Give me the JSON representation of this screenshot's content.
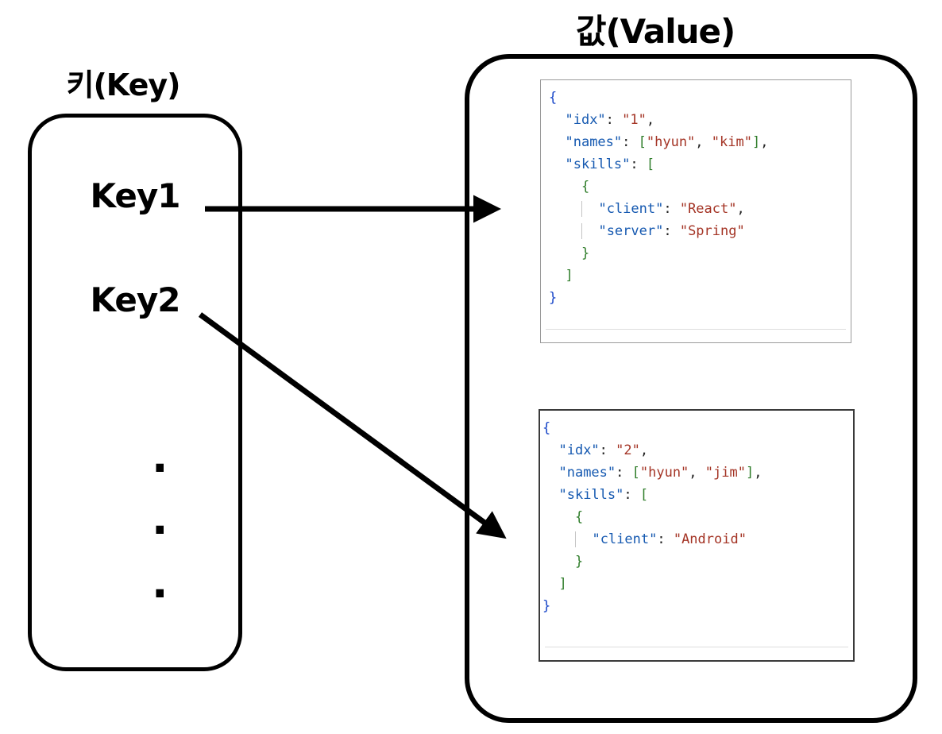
{
  "key_panel": {
    "title": "키(Key)",
    "keys": [
      "Key1",
      "Key2"
    ],
    "dots": [
      ".",
      ".",
      "."
    ]
  },
  "value_panel": {
    "title": "값(Value)"
  },
  "colors": {
    "ink": "#000000"
  },
  "code_colors": {
    "key": "#1458b0",
    "str": "#a43425",
    "green": "#2f7d2a",
    "blue": "#1846c8",
    "plain": "#222222"
  },
  "code_blocks": [
    {
      "name": "value-1-json",
      "lines": [
        [
          {
            "t": "blue",
            "v": "{"
          }
        ],
        [
          {
            "t": "plain",
            "v": "  "
          },
          {
            "t": "key",
            "v": "\"idx\""
          },
          {
            "t": "plain",
            "v": ": "
          },
          {
            "t": "str",
            "v": "\"1\""
          },
          {
            "t": "plain",
            "v": ","
          }
        ],
        [
          {
            "t": "plain",
            "v": "  "
          },
          {
            "t": "key",
            "v": "\"names\""
          },
          {
            "t": "plain",
            "v": ": "
          },
          {
            "t": "green",
            "v": "["
          },
          {
            "t": "str",
            "v": "\"hyun\""
          },
          {
            "t": "plain",
            "v": ", "
          },
          {
            "t": "str",
            "v": "\"kim\""
          },
          {
            "t": "green",
            "v": "]"
          },
          {
            "t": "plain",
            "v": ","
          }
        ],
        [
          {
            "t": "plain",
            "v": "  "
          },
          {
            "t": "key",
            "v": "\"skills\""
          },
          {
            "t": "plain",
            "v": ": "
          },
          {
            "t": "green",
            "v": "["
          }
        ],
        [
          {
            "t": "plain",
            "v": "    "
          },
          {
            "t": "green",
            "v": "{"
          }
        ],
        [
          {
            "t": "plain",
            "v": "    "
          },
          {
            "t": "guide",
            "v": " "
          },
          {
            "t": "plain",
            "v": " "
          },
          {
            "t": "key",
            "v": "\"client\""
          },
          {
            "t": "plain",
            "v": ": "
          },
          {
            "t": "str",
            "v": "\"React\""
          },
          {
            "t": "plain",
            "v": ","
          }
        ],
        [
          {
            "t": "plain",
            "v": "    "
          },
          {
            "t": "guide",
            "v": " "
          },
          {
            "t": "plain",
            "v": " "
          },
          {
            "t": "key",
            "v": "\"server\""
          },
          {
            "t": "plain",
            "v": ": "
          },
          {
            "t": "str",
            "v": "\"Spring\""
          }
        ],
        [
          {
            "t": "plain",
            "v": "    "
          },
          {
            "t": "green",
            "v": "}"
          }
        ],
        [
          {
            "t": "plain",
            "v": "  "
          },
          {
            "t": "green",
            "v": "]"
          }
        ],
        [
          {
            "t": "blue",
            "v": "}"
          }
        ]
      ]
    },
    {
      "name": "value-2-json",
      "lines": [
        [
          {
            "t": "blue",
            "v": "{"
          }
        ],
        [
          {
            "t": "plain",
            "v": "  "
          },
          {
            "t": "key",
            "v": "\"idx\""
          },
          {
            "t": "plain",
            "v": ": "
          },
          {
            "t": "str",
            "v": "\"2\""
          },
          {
            "t": "plain",
            "v": ","
          }
        ],
        [
          {
            "t": "plain",
            "v": "  "
          },
          {
            "t": "key",
            "v": "\"names\""
          },
          {
            "t": "plain",
            "v": ": "
          },
          {
            "t": "green",
            "v": "["
          },
          {
            "t": "str",
            "v": "\"hyun\""
          },
          {
            "t": "plain",
            "v": ", "
          },
          {
            "t": "str",
            "v": "\"jim\""
          },
          {
            "t": "green",
            "v": "]"
          },
          {
            "t": "plain",
            "v": ","
          }
        ],
        [
          {
            "t": "plain",
            "v": "  "
          },
          {
            "t": "key",
            "v": "\"skills\""
          },
          {
            "t": "plain",
            "v": ": "
          },
          {
            "t": "green",
            "v": "["
          }
        ],
        [
          {
            "t": "plain",
            "v": "    "
          },
          {
            "t": "green",
            "v": "{"
          }
        ],
        [
          {
            "t": "plain",
            "v": "    "
          },
          {
            "t": "guide",
            "v": " "
          },
          {
            "t": "plain",
            "v": " "
          },
          {
            "t": "key",
            "v": "\"client\""
          },
          {
            "t": "plain",
            "v": ": "
          },
          {
            "t": "str",
            "v": "\"Android\""
          }
        ],
        [
          {
            "t": "plain",
            "v": "    "
          },
          {
            "t": "green",
            "v": "}"
          }
        ],
        [
          {
            "t": "plain",
            "v": "  "
          },
          {
            "t": "green",
            "v": "]"
          }
        ],
        [
          {
            "t": "blue",
            "v": "}"
          }
        ]
      ]
    }
  ]
}
